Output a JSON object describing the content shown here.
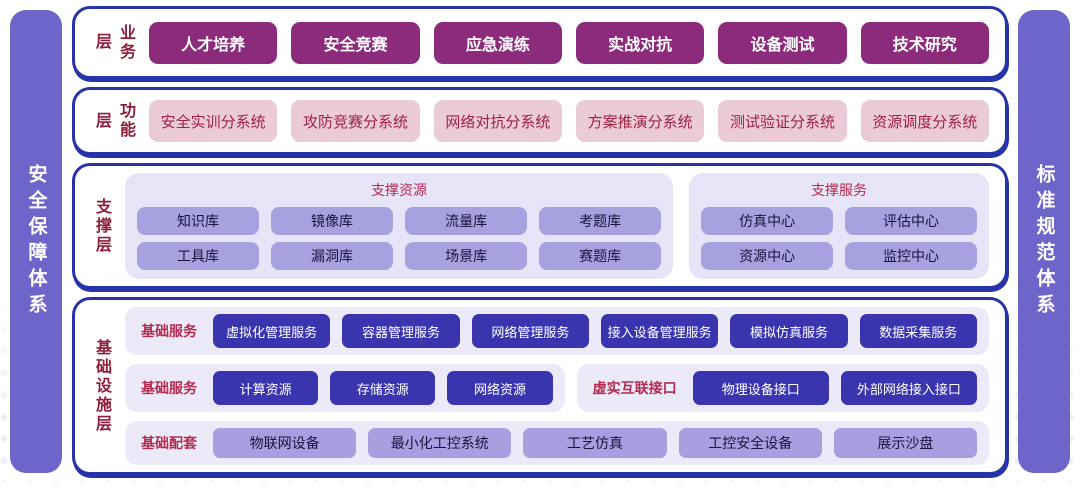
{
  "palette": {
    "outline_blue": "#2733A8",
    "sidebar_purple": "#6E65CA",
    "layer_label_red": "#8E1F3B",
    "business_magenta": "#8C2B7C",
    "function_pink_bg": "#EBCBD8",
    "function_pink_text": "#9F2143",
    "group_bg": "#E7E4F7",
    "group_title_red": "#B42B50",
    "support_item_bg": "#A8A1E0",
    "support_item_text": "#18143F",
    "infra_row_bg": "#ECEAF8",
    "infra_dark_blue": "#3A35AF",
    "infra_light_purple": "#A79FDF"
  },
  "sidebars": {
    "left": {
      "label": "安全保障体系"
    },
    "right": {
      "label": "标准规范体系"
    }
  },
  "layers": [
    {
      "id": "business",
      "label": "业务层",
      "items": [
        "人才培养",
        "安全竞赛",
        "应急演练",
        "实战对抗",
        "设备测试",
        "技术研究"
      ]
    },
    {
      "id": "function",
      "label": "功能层",
      "items": [
        "安全实训分系统",
        "攻防竞赛分系统",
        "网络对抗分系统",
        "方案推演分系统",
        "测试验证分系统",
        "资源调度分系统"
      ]
    },
    {
      "id": "support",
      "label": "支撑层",
      "groups": [
        {
          "title": "支撑资源",
          "columns": 4,
          "rows": [
            [
              "知识库",
              "镜像库",
              "流量库",
              "考题库"
            ],
            [
              "工具库",
              "漏洞库",
              "场景库",
              "赛题库"
            ]
          ]
        },
        {
          "title": "支撑服务",
          "columns": 2,
          "rows": [
            [
              "仿真中心",
              "评估中心"
            ],
            [
              "资源中心",
              "监控中心"
            ]
          ]
        }
      ]
    },
    {
      "id": "infrastructure",
      "label": "基础设施层",
      "rows": [
        {
          "groups": [
            {
              "label": "基础服务",
              "style": "dark",
              "items": [
                "虚拟化管理服务",
                "容器管理服务",
                "网络管理服务",
                "接入设备管理服务",
                "模拟仿真服务",
                "数据采集服务"
              ]
            }
          ]
        },
        {
          "groups": [
            {
              "label": "基础服务",
              "style": "dark",
              "items": [
                "计算资源",
                "存储资源",
                "网络资源"
              ]
            },
            {
              "label": "虚实互联接口",
              "style": "dark",
              "items": [
                "物理设备接口",
                "外部网络接入接口"
              ]
            }
          ]
        },
        {
          "groups": [
            {
              "label": "基础配套",
              "style": "light",
              "items": [
                "物联网设备",
                "最小化工控系统",
                "工艺仿真",
                "工控安全设备",
                "展示沙盘"
              ]
            }
          ]
        }
      ]
    }
  ]
}
